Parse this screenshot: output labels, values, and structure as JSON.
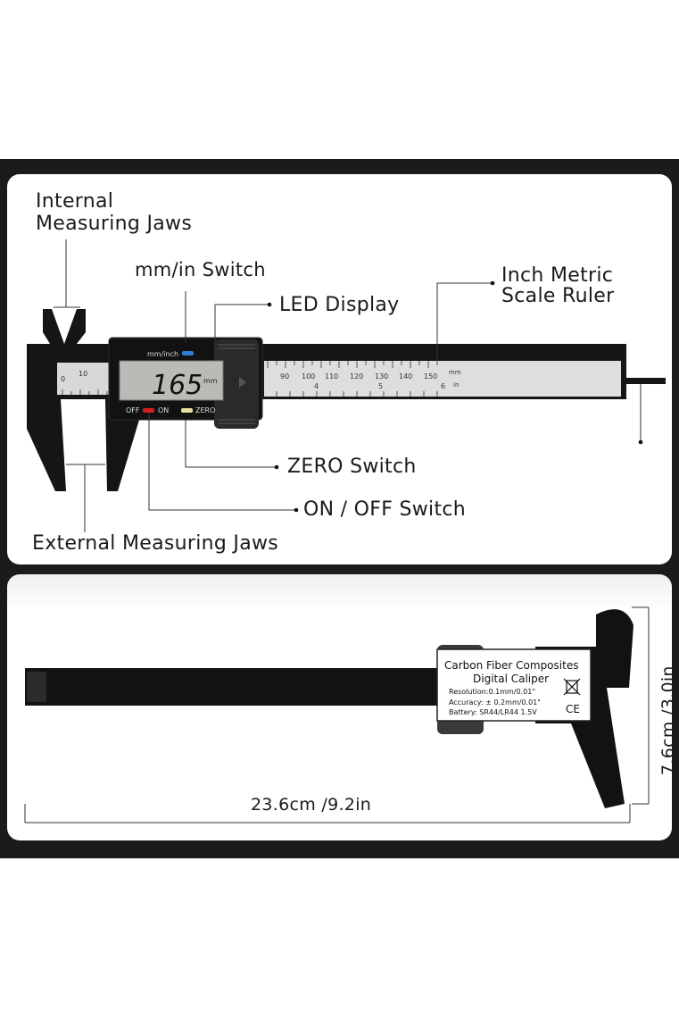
{
  "labels": {
    "internal_jaws_line1": "Internal",
    "internal_jaws_line2": "Measuring Jaws",
    "mm_in_switch": "mm/in Switch",
    "led_display": "LED Display",
    "scale_line1": "Inch Metric",
    "scale_line2": "Scale Ruler",
    "zero_switch": "ZERO Switch",
    "on_off_switch": "ON / OFF Switch",
    "external_jaws": "External Measuring Jaws"
  },
  "caliper": {
    "display_value": "165",
    "display_unit": "mm",
    "button_mm_inch": "mm/inch",
    "button_off": "OFF",
    "button_on": "ON",
    "button_zero": "ZERO",
    "scale_mm_label": "mm",
    "scale_in_label": "in",
    "scale_top_left": [
      "0",
      "10"
    ],
    "scale_top_right": [
      "90",
      "100",
      "110",
      "120",
      "130",
      "140",
      "150"
    ],
    "scale_bottom": [
      "4",
      "5",
      "6"
    ]
  },
  "product_label": {
    "line1": "Carbon Fiber Composites",
    "line2": "Digital Caliper",
    "resolution": "Resolution:0.1mm/0.01\"",
    "accuracy": "Accuracy: ± 0.2mm/0.01\"",
    "battery": "Battery: SR44/LR44 1.5V",
    "ce_mark": "CE"
  },
  "dimensions": {
    "length": "23.6cm /9.2in",
    "height": "7.6cm /3.0in"
  },
  "colors": {
    "frame": "#1b1b1b",
    "caliper_body": "#151515",
    "lcd": "#b9bcb6",
    "off_button": "#d32020",
    "mm_button": "#2a7fd4",
    "zero_button": "#e8e0a0"
  }
}
